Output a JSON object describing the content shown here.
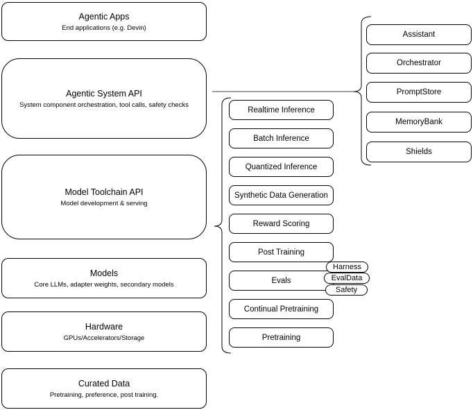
{
  "left_stack": [
    {
      "title": "Agentic Apps",
      "subtitle": "End applications (e.g. Devin)"
    },
    {
      "title": "Agentic System API",
      "subtitle": "System component orchestration, tool calls, safety checks"
    },
    {
      "title": "Model Toolchain API",
      "subtitle": "Model development & serving"
    },
    {
      "title": "Models",
      "subtitle": "Core LLMs, adapter weights, secondary models"
    },
    {
      "title": "Hardware",
      "subtitle": "GPUs/Accelerators/Storage"
    },
    {
      "title": "Curated Data",
      "subtitle": "Pretraining, preference, post training."
    }
  ],
  "toolchain_components": [
    "Realtime Inference",
    "Batch Inference",
    "Quantized Inference",
    "Synthetic Data Generation",
    "Reward Scoring",
    "Post Training",
    "Evals",
    "Continual Pretraining",
    "Pretraining"
  ],
  "eval_tags": [
    "Harness",
    "EvalData",
    "Safety"
  ],
  "system_components": [
    "Assistant",
    "Orchestrator",
    "PromptStore",
    "MemoryBank",
    "Shields"
  ],
  "colors": {
    "stroke": "#000000",
    "box_fill": "#ffffff",
    "background": "#ffffff",
    "text": "#000000",
    "connector_line": "#444444"
  }
}
